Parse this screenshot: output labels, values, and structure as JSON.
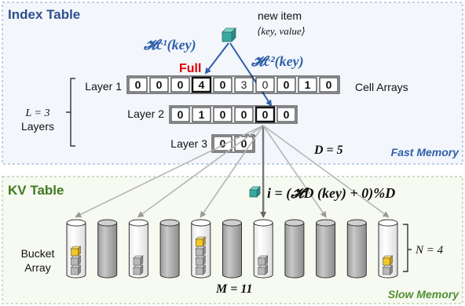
{
  "index_table": {
    "title": "Index Table",
    "memory_label": "Fast Memory",
    "new_item": {
      "line1": "new item",
      "line2": "⟨key, value⟩"
    },
    "hash1": "𝓗c¹(key)",
    "hash2": "𝓗c²(key)",
    "full_label": "Full",
    "layers_count": "L = 3",
    "layers_word": "Layers",
    "cell_arrays_label": "Cell Arrays",
    "d_label": "D = 5",
    "layers": [
      {
        "name": "Layer 1",
        "cells": [
          "0",
          "0",
          "0",
          "4",
          "0",
          "3",
          "0",
          "0",
          "1",
          "0"
        ]
      },
      {
        "name": "Layer 2",
        "cells": [
          "0",
          "1",
          "0",
          "0",
          "0",
          "0"
        ]
      },
      {
        "name": "Layer 3",
        "cells": [
          "0",
          "0"
        ]
      }
    ]
  },
  "kv_table": {
    "title": "KV Table",
    "memory_label": "Slow Memory",
    "formula": "i = (𝓗D (key) + 0)%D",
    "bucket_label_1": "Bucket",
    "bucket_label_2": "Array",
    "n_label": "N = 4",
    "m_label": "M = 11",
    "buckets": [
      {
        "fill": "white",
        "gray": 2,
        "yellow": 1
      },
      {
        "fill": "gray",
        "gray": 0,
        "yellow": 0
      },
      {
        "fill": "white",
        "gray": 2,
        "yellow": 0
      },
      {
        "fill": "gray",
        "gray": 0,
        "yellow": 0
      },
      {
        "fill": "white",
        "gray": 3,
        "yellow": 1
      },
      {
        "fill": "gray",
        "gray": 0,
        "yellow": 0
      },
      {
        "fill": "white",
        "gray": 2,
        "yellow": 0
      },
      {
        "fill": "gray",
        "gray": 0,
        "yellow": 0
      },
      {
        "fill": "gray",
        "gray": 0,
        "yellow": 0
      },
      {
        "fill": "gray",
        "gray": 0,
        "yellow": 0
      },
      {
        "fill": "white",
        "gray": 1,
        "yellow": 1
      }
    ]
  },
  "colors": {
    "index_title": "#2f4f8f",
    "kv_title": "#3f7a1f",
    "fast_memory": "#2f5fa8",
    "slow_memory": "#4f8f2f",
    "hash_blue": "#2f5fa8",
    "full_red": "#e00000",
    "cube_teal": "#3aa9a0",
    "cube_yellow": "#f3c623",
    "cube_gray": "#b8b8b8"
  }
}
